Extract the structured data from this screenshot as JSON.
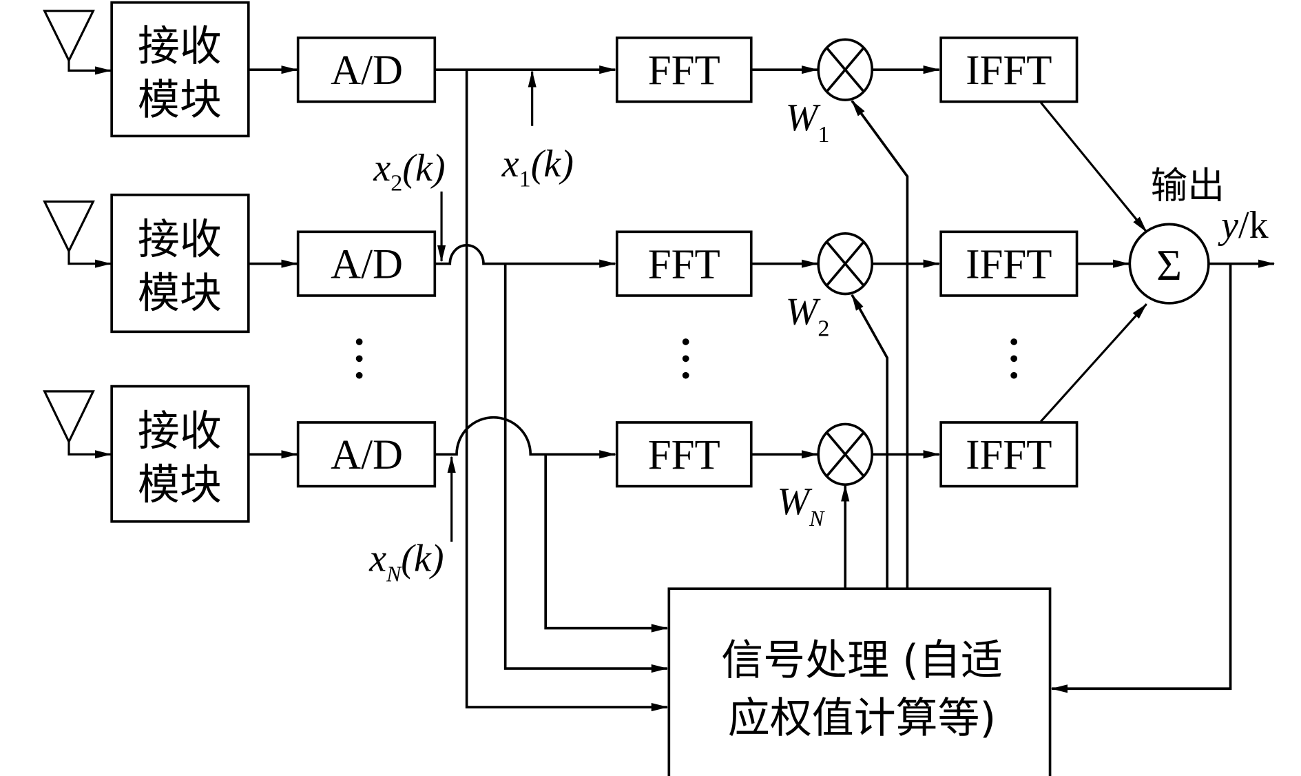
{
  "diagram": {
    "title": "",
    "receiver_label_line1": "接收",
    "receiver_label_line2": "模块",
    "ad_label": "A/D",
    "fft_label": "FFT",
    "ifft_label": "IFFT",
    "sum_symbol": "Σ",
    "output_label": "输出",
    "output_signal": {
      "main": "y",
      "rest": "/k"
    },
    "processor_line1": "信号处理 (自适",
    "processor_line2": "应权值计算等)",
    "signals": {
      "x1": {
        "main": "x",
        "sub": "1",
        "arg": "(k)"
      },
      "x2": {
        "main": "x",
        "sub": "2",
        "arg": "(k)"
      },
      "xN": {
        "main": "x",
        "sub": "N",
        "arg": "(k)"
      }
    },
    "weights": {
      "w1": {
        "main": "W",
        "sub": "1"
      },
      "w2": {
        "main": "W",
        "sub": "2"
      },
      "wN": {
        "main": "W",
        "sub": "N"
      }
    },
    "ellipsis": "⋮",
    "channels": [
      "channel-1",
      "channel-2",
      "channel-N"
    ],
    "icons": {
      "antenna": "antenna-icon",
      "multiplier": "multiplier-icon",
      "summer": "summation-icon"
    }
  }
}
